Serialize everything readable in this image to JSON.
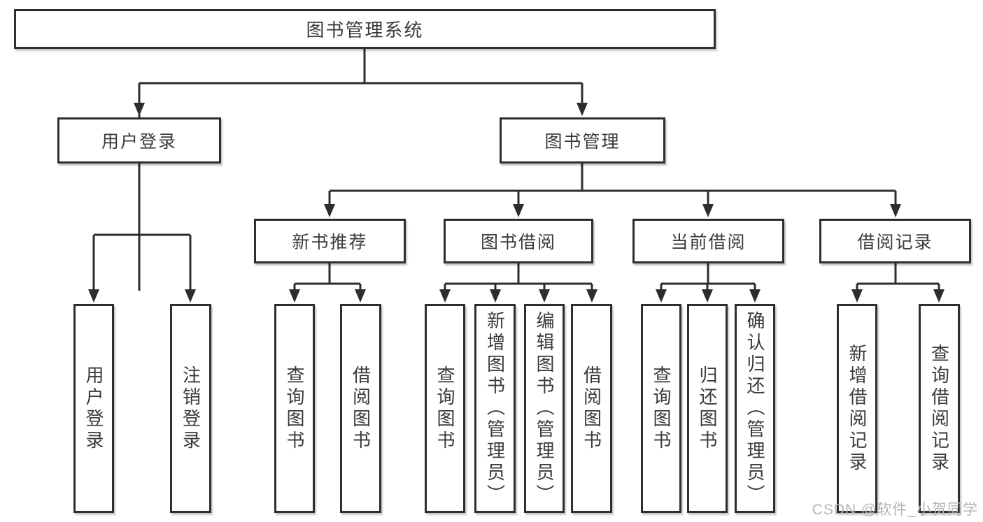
{
  "diagram": {
    "root": {
      "label": "图书管理系统"
    },
    "branches": [
      {
        "label": "用户登录",
        "children": [
          {
            "label": "用户登录"
          },
          {
            "label": "注销登录"
          }
        ]
      },
      {
        "label": "图书管理",
        "children": [
          {
            "label": "新书推荐",
            "children": [
              {
                "label": "查询图书"
              },
              {
                "label": "借阅图书"
              }
            ]
          },
          {
            "label": "图书借阅",
            "children": [
              {
                "label": "查询图书"
              },
              {
                "label": "新增图书（管理员）"
              },
              {
                "label": "编辑图书（管理员）"
              },
              {
                "label": "借阅图书"
              }
            ]
          },
          {
            "label": "当前借阅",
            "children": [
              {
                "label": "查询图书"
              },
              {
                "label": "归还图书"
              },
              {
                "label": "确认归还（管理员）"
              }
            ]
          },
          {
            "label": "借阅记录",
            "children": [
              {
                "label": "新增借阅记录"
              },
              {
                "label": "查询借阅记录"
              }
            ]
          }
        ]
      }
    ]
  },
  "watermark": {
    "text": "CSDN @软件_小贺同学"
  },
  "colors": {
    "line": "#2d2d2d",
    "border": "#2e2e2e",
    "text": "#3a3a3a",
    "box_bg": "#ffffff",
    "watermark": "#b5b5b5"
  }
}
